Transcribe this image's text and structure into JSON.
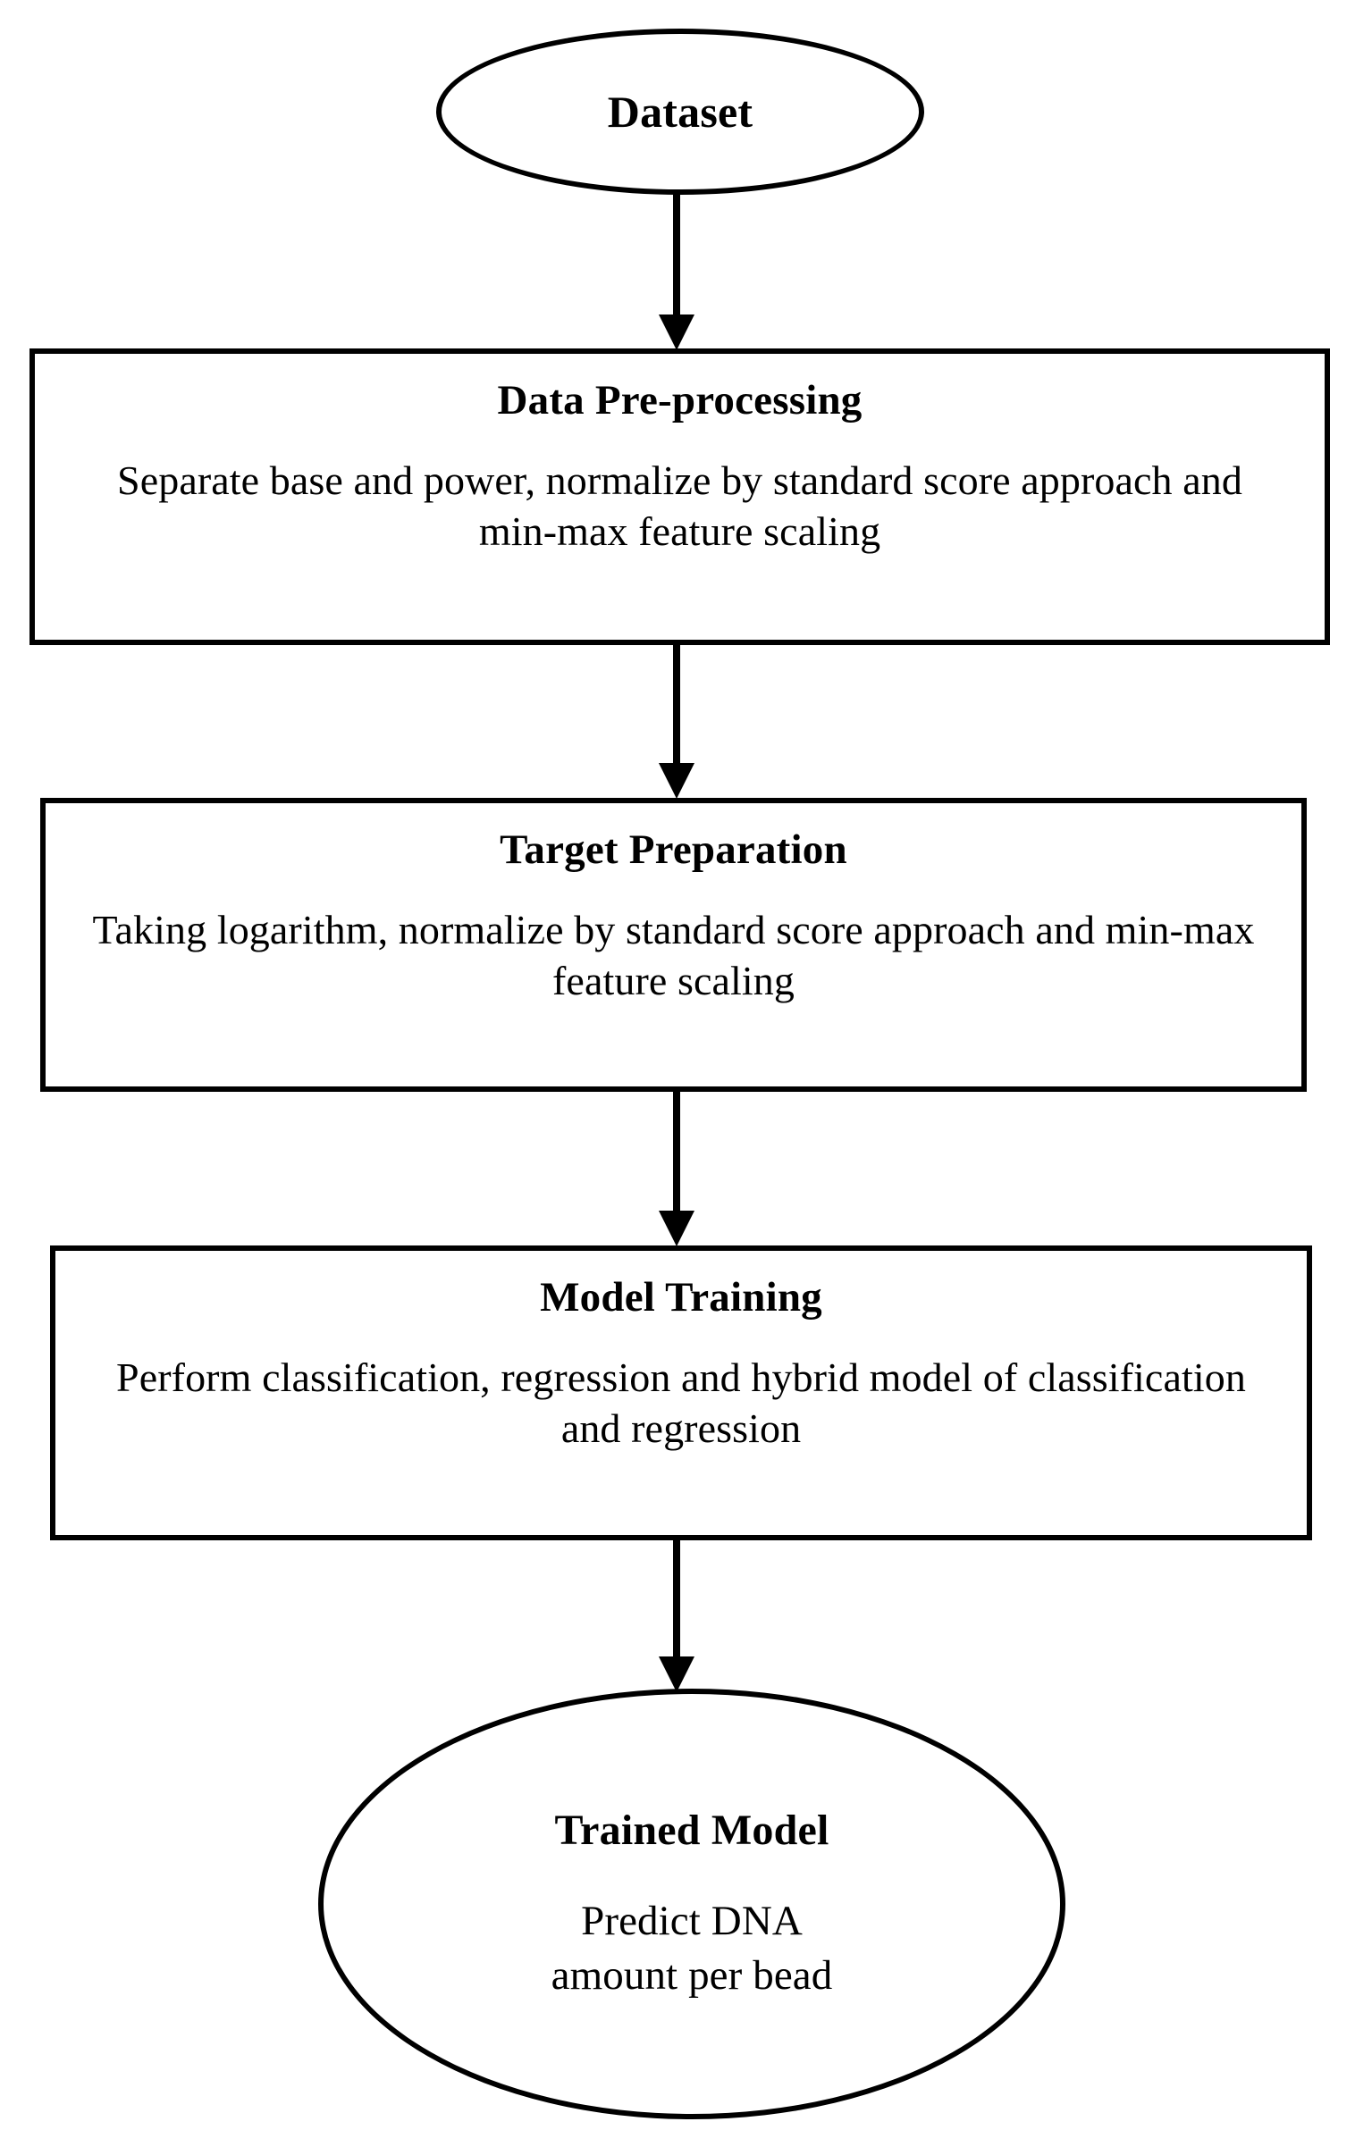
{
  "diagram": {
    "type": "flowchart",
    "orientation": "top-to-bottom",
    "nodes": [
      {
        "id": "dataset",
        "shape": "ellipse",
        "title": "Dataset",
        "body": ""
      },
      {
        "id": "preprocessing",
        "shape": "rectangle",
        "title": "Data Pre-processing",
        "body": "Separate base and power, normalize by standard score approach and min-max feature scaling"
      },
      {
        "id": "target_preparation",
        "shape": "rectangle",
        "title": "Target Preparation",
        "body": "Taking logarithm, normalize by standard score approach and min-max feature scaling"
      },
      {
        "id": "model_training",
        "shape": "rectangle",
        "title": "Model Training",
        "body": "Perform classification, regression and hybrid model of classification and regression"
      },
      {
        "id": "trained_model",
        "shape": "ellipse",
        "title": "Trained Model",
        "body_line1": "Predict DNA",
        "body_line2": "amount per bead"
      }
    ],
    "edges": [
      {
        "id": "e1",
        "from": "dataset",
        "to": "preprocessing",
        "style": "solid-arrow-down"
      },
      {
        "id": "e2",
        "from": "preprocessing",
        "to": "target_preparation",
        "style": "solid-arrow-down"
      },
      {
        "id": "e3",
        "from": "target_preparation",
        "to": "model_training",
        "style": "solid-arrow-down"
      },
      {
        "id": "e4",
        "from": "model_training",
        "to": "trained_model",
        "style": "solid-arrow-down"
      }
    ],
    "colors": {
      "background": "#ffffff",
      "stroke": "#000000",
      "text": "#000000",
      "fill": "#ffffff"
    }
  }
}
